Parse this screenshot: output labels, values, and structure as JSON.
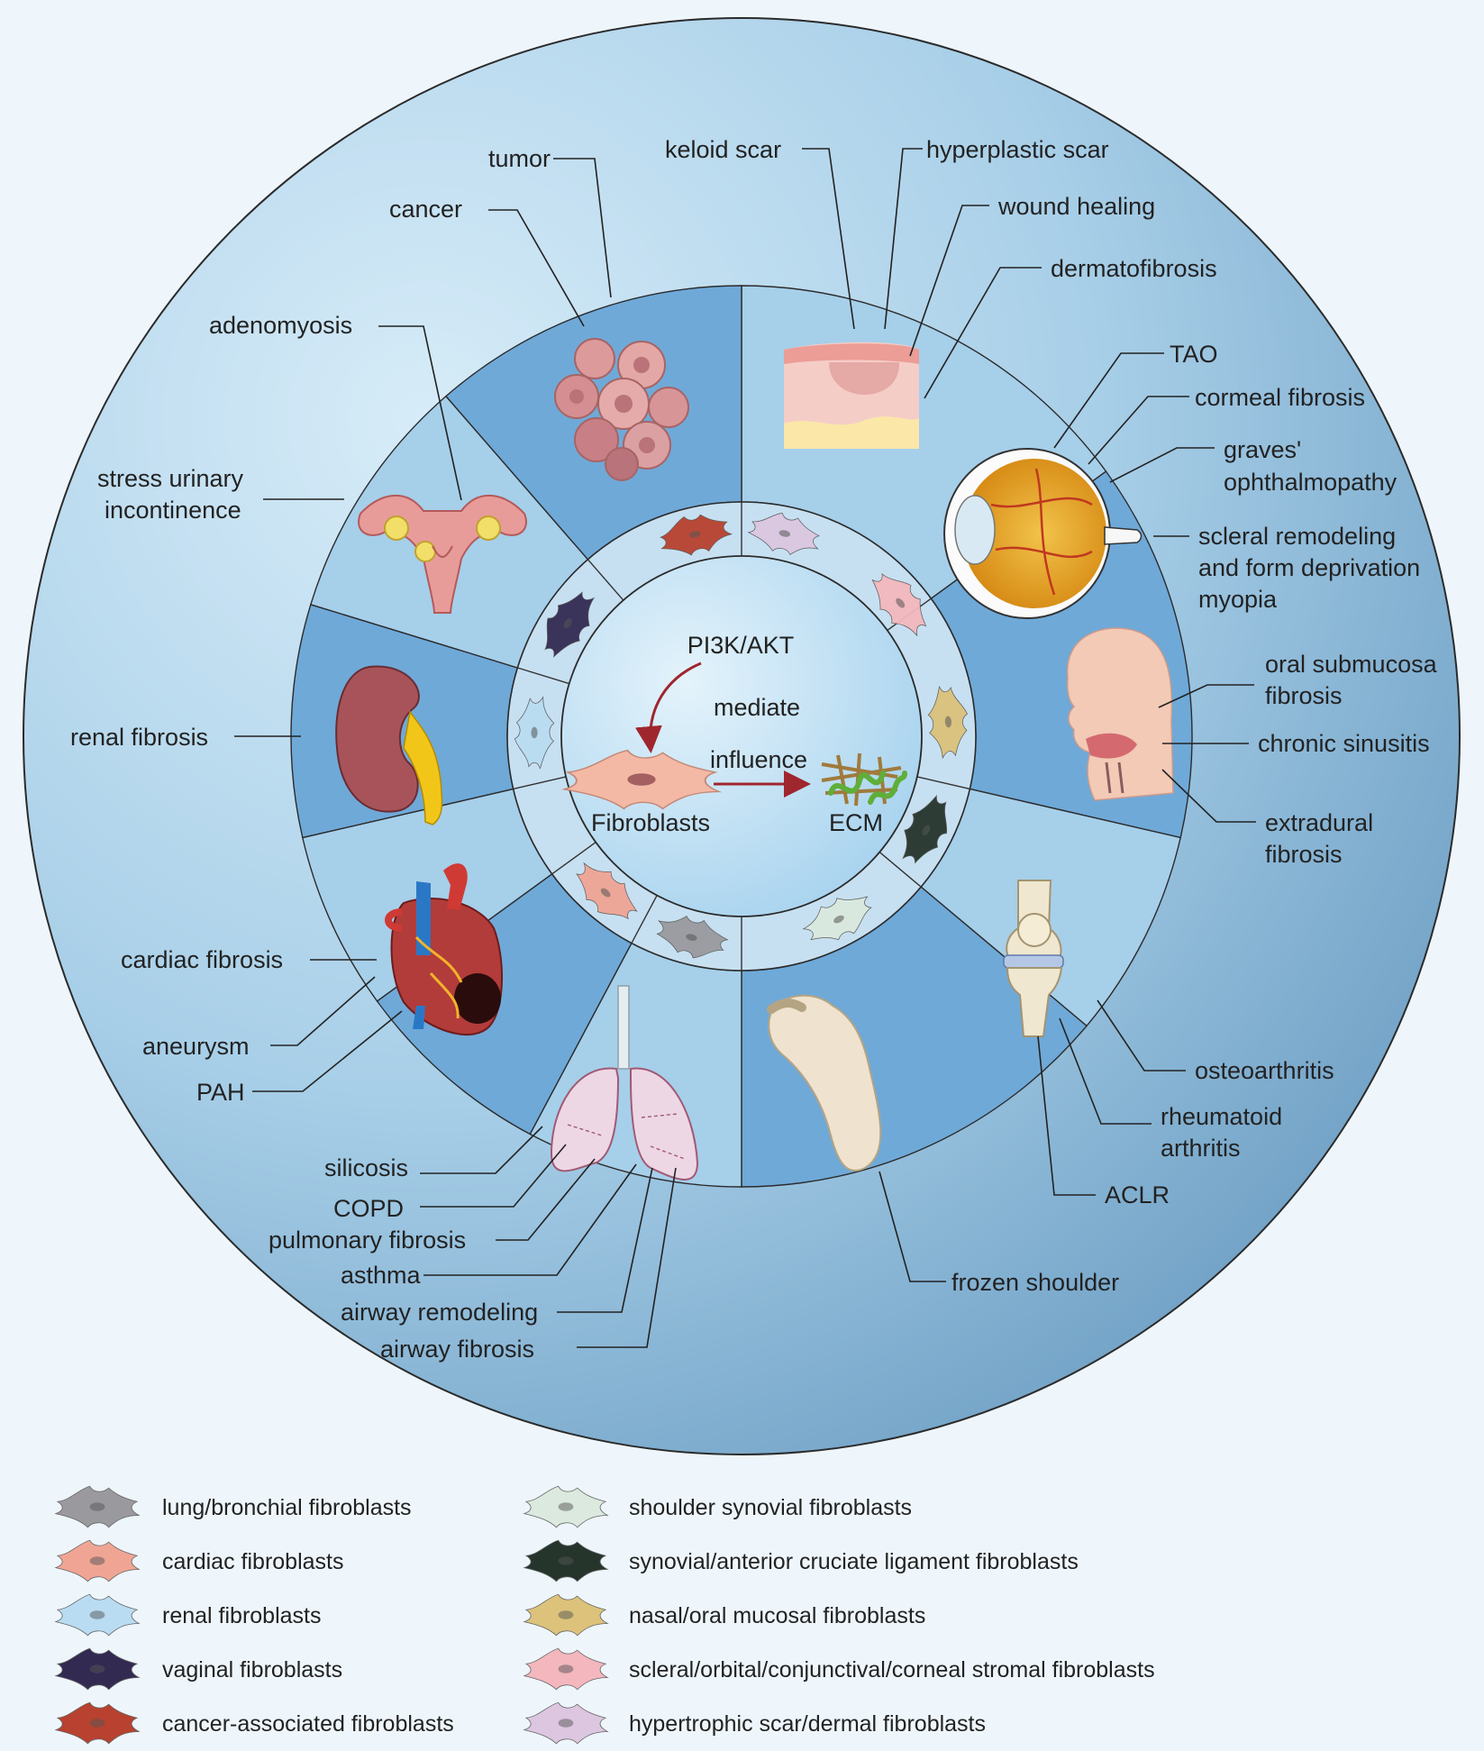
{
  "center": {
    "pathway": "PI3K/AKT",
    "arrow_mediate": "mediate",
    "arrow_influence": "influence",
    "fibroblasts": "Fibroblasts",
    "ecm": "ECM"
  },
  "labels": {
    "tumor": "tumor",
    "cancer": "cancer",
    "keloid_scar": "keloid scar",
    "hyperplastic_scar": "hyperplastic scar",
    "wound_healing": "wound healing",
    "dermatofibrosis": "dermatofibrosis",
    "tao": "TAO",
    "cormeal_fibrosis": "cormeal fibrosis",
    "graves_1": "graves'",
    "graves_2": "ophthalmopathy",
    "scleral_1": "scleral remodeling",
    "scleral_2": "and form deprivation",
    "scleral_3": "myopia",
    "adenomyosis": "adenomyosis",
    "stress_1": "stress urinary",
    "stress_2": "incontinence",
    "renal_fibrosis": "renal fibrosis",
    "oral_1": "oral submucosa",
    "oral_2": "fibrosis",
    "chronic_sinusitis": "chronic sinusitis",
    "extradural_1": "extradural",
    "extradural_2": "fibrosis",
    "cardiac_fibrosis": "cardiac fibrosis",
    "aneurysm": "aneurysm",
    "pah": "PAH",
    "silicosis": "silicosis",
    "copd": "COPD",
    "pulmonary_fibrosis": "pulmonary fibrosis",
    "asthma": "asthma",
    "airway_remodeling": "airway remodeling",
    "airway_fibrosis": "airway fibrosis",
    "frozen_shoulder": "frozen shoulder",
    "osteoarthritis": "osteoarthritis",
    "rheumatoid_1": "rheumatoid",
    "rheumatoid_2": "arthritis",
    "aclr": "ACLR"
  },
  "legend": [
    {
      "label": "lung/bronchial fibroblasts",
      "color": "#9a9a9e"
    },
    {
      "label": "cardiac fibroblasts",
      "color": "#f0a594"
    },
    {
      "label": "renal fibroblasts",
      "color": "#b9dcf2"
    },
    {
      "label": "vaginal fibroblasts",
      "color": "#332a52"
    },
    {
      "label": "cancer-associated fibroblasts",
      "color": "#b8412f"
    },
    {
      "label": "shoulder synovial fibroblasts",
      "color": "#dbe9de"
    },
    {
      "label": "synovial/anterior cruciate ligament fibroblasts",
      "color": "#25352c"
    },
    {
      "label": "nasal/oral mucosal fibroblasts",
      "color": "#dcc27a"
    },
    {
      "label": "scleral/orbital/conjunctival/corneal stromal fibroblasts",
      "color": "#f4b7be"
    },
    {
      "label": "hypertrophic scar/dermal fibroblasts",
      "color": "#dcc6e0"
    }
  ],
  "colors": {
    "arrow": "#a0262e",
    "ecm_fiber": "#a07a3c",
    "ecm_helix": "#5fae3a"
  }
}
